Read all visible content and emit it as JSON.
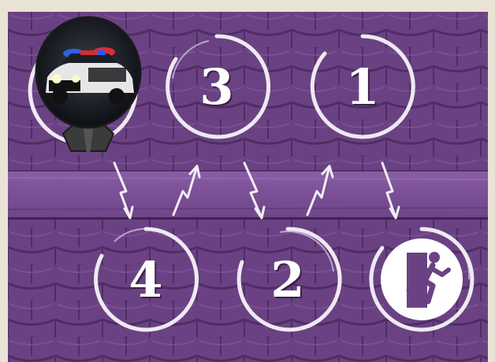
{
  "board": {
    "colors": {
      "roof": "#6a4283",
      "ridge": "#7c5198",
      "ring": "#efe9f2",
      "background": "#e9e3d6"
    },
    "token": {
      "icon": "police-car-token-icon"
    },
    "stops": [
      {
        "id": "stop-3",
        "label": "3"
      },
      {
        "id": "stop-1",
        "label": "1"
      },
      {
        "id": "stop-4",
        "label": "4"
      },
      {
        "id": "stop-2",
        "label": "2"
      },
      {
        "id": "stop-exit",
        "label": "",
        "icon": "emergency-exit-icon"
      }
    ],
    "path_icon": "lightning-arrow-icon"
  }
}
